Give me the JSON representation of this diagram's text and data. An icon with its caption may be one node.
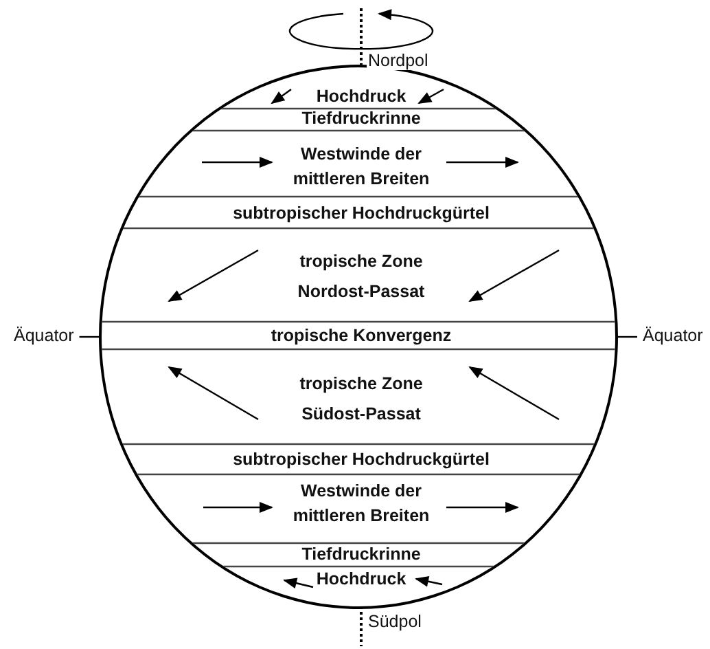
{
  "diagram": {
    "nodes": [
      {
        "text": [],
        "shape": "circle"
      },
      {
        "text": [
          "Hochdruck"
        ],
        "in": 0
      },
      {
        "text": [
          "Tiefdruckrinne"
        ],
        "in": 0
      },
      {
        "text": [
          "Westwinde der mittleren Breiten"
        ],
        "in": 0
      },
      {
        "text": [
          "subtropischer Hochdruckgürtel"
        ],
        "in": 0
      },
      {
        "text": [
          "tropische Zone",
          "Nordost-Passat"
        ],
        "in": 0
      },
      {
        "text": [
          "tropische Konvergenz"
        ],
        "in": 0
      },
      {
        "text": [
          "tropische Zone",
          "Südost-Passat"
        ],
        "in": 0
      },
      {
        "text": [
          "subtropischer Hochdruckgürtel"
        ],
        "in": 0
      },
      {
        "text": [
          "Westwinde der mittleren Breiten"
        ],
        "in": 0
      },
      {
        "text": [
          "Tiefdruckrinne"
        ],
        "in": 0
      },
      {
        "text": [
          "Hochdruck"
        ],
        "in": 0
      },
      {
        "text": [
          "Äquator"
        ]
      },
      {
        "text": [
          "Äquator"
        ]
      }
    ],
    "edges": [
      {
        "from": 12,
        "to": 0,
        "arrow": "none"
      },
      {
        "from": 13,
        "to": 0,
        "arrow": "none"
      }
    ],
    "labels": [
      "Nordpol",
      "Südpol"
    ]
  }
}
